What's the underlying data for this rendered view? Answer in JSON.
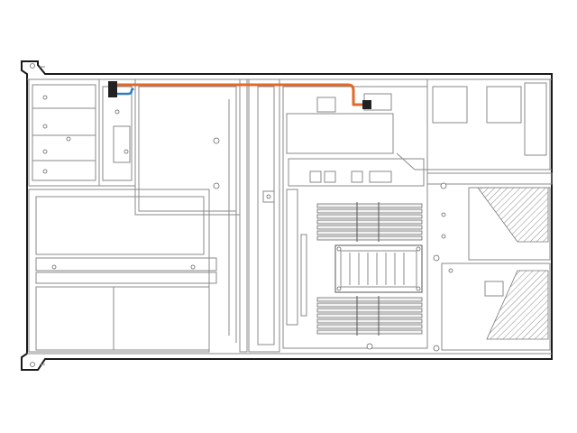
{
  "diagram": {
    "colors": {
      "chassis_outline": "#1a1a1a",
      "line_art": "#8a8a8a",
      "cable_primary": "#e06a2a",
      "cable_secondary": "#2b7fc4",
      "connector": "#222222"
    },
    "parts": [
      "chassis",
      "front-drive-bay",
      "drive-cage",
      "fan-bay",
      "system-board",
      "processor-heatsink",
      "dimm-bank-upper",
      "dimm-bank-lower",
      "power-supply-bay",
      "riser-cage",
      "cable-orange",
      "cable-blue"
    ]
  }
}
